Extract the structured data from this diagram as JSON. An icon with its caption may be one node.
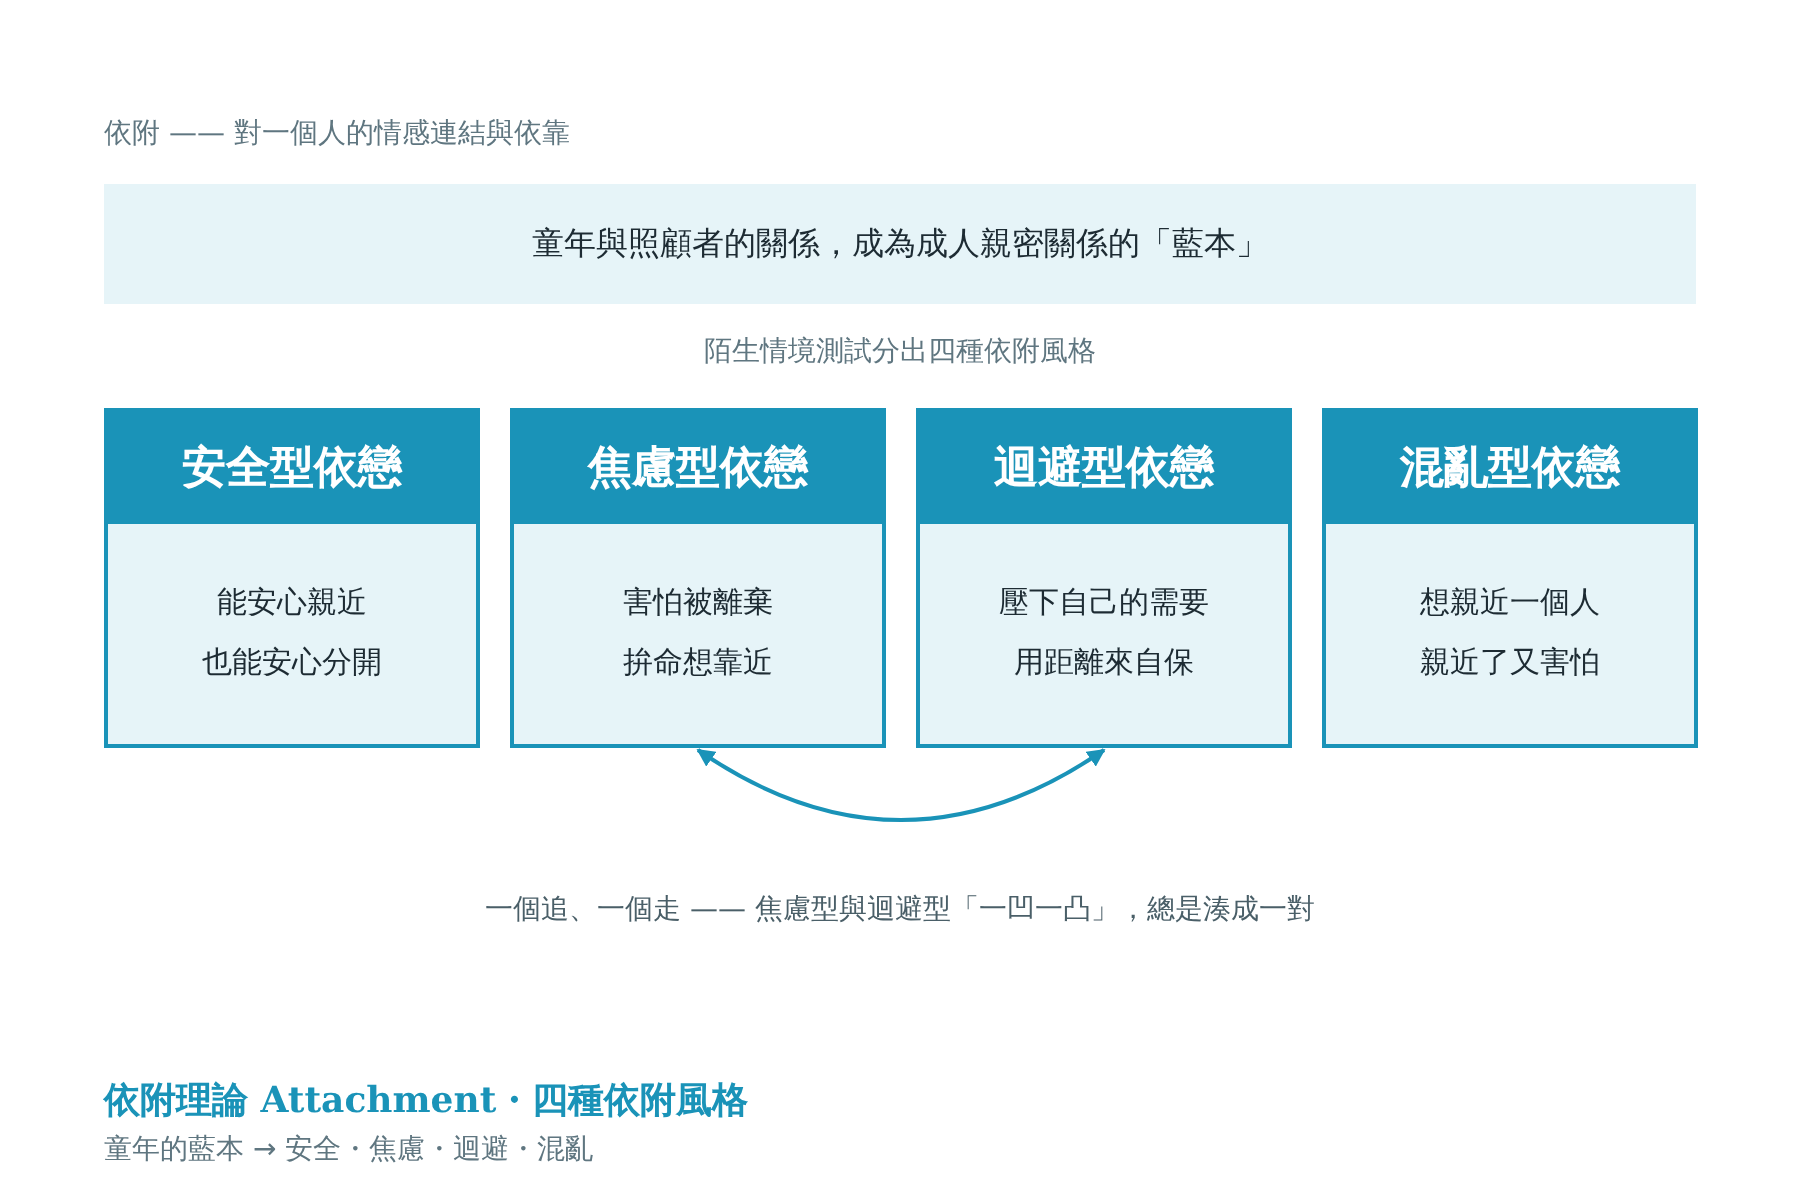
{
  "diagram": {
    "nodes": [
      {
        "text": [
          "童年與照顧者的關係，成為成人親密關係的「藍本」"
        ]
      },
      {
        "text": [
          "安全型依戀",
          "能安心親近也能安心分開"
        ]
      },
      {
        "text": [
          "焦慮型依戀",
          "害怕被離棄拚命想靠近"
        ]
      },
      {
        "text": [
          "迴避型依戀",
          "壓下自己的需要用距離來自保"
        ]
      },
      {
        "text": [
          "混亂型依戀",
          "想親近一個人親近了又害怕"
        ]
      }
    ],
    "edges": [
      {
        "from": 2,
        "to": 3,
        "arrow": "both"
      }
    ],
    "labels": [
      "依附 —— 對一個人的情感連結與依靠",
      "陌生情境測試分出四種依附風格",
      "一個追、一個走 —— 焦慮型與迴避型「一凹一凸」，總是湊成一對",
      "依附理論 Attachment・四種依附風格",
      "童年的藍本 → 安全・焦慮・迴避・混亂"
    ]
  }
}
